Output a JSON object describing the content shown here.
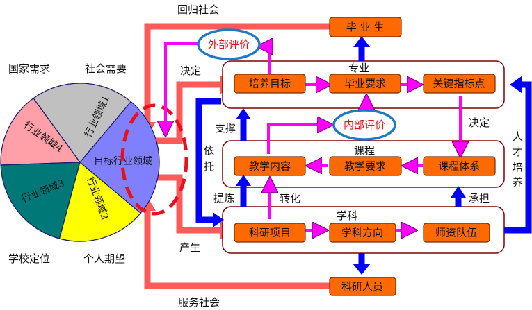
{
  "colors": {
    "box_fill": "#ff6a00",
    "box_stroke": "#7a2b00",
    "group_stroke": "#800000",
    "red_arrow": "#ff5a5a",
    "blue_arrow": "#0000ff",
    "magenta_arrow": "#ff00ff",
    "ellipse_stroke": "#1f78c8",
    "eval_text": "#e0101a",
    "target_text": "#ffff33"
  },
  "pie": {
    "target": "目标行业领域",
    "slices": [
      {
        "label": "行业领域1",
        "color": "#c0c0c0"
      },
      {
        "label": "行业领域4",
        "color": "#ffa0a8"
      },
      {
        "label": "行业领域3",
        "color": "#007878"
      },
      {
        "label": "行业领域2",
        "color": "#ffff00"
      },
      {
        "label": "目标行业领域",
        "color": "#8080ff"
      }
    ]
  },
  "corner_labels": {
    "national_demand": "国家需求",
    "social_need": "社会需要",
    "school_position": "学校定位",
    "personal_expectation": "个人期望"
  },
  "edge_labels": {
    "return_society": "回归社会",
    "decide_top": "决定",
    "support": "支撑",
    "rely_1": "依",
    "rely_2": "托",
    "refine": "提炼",
    "transform": "转化",
    "produce": "产生",
    "serve_society": "服务社会",
    "decide_right": "决定",
    "undertake": "承担",
    "talent_1": "人",
    "talent_2": "才",
    "talent_3": "培",
    "talent_4": "养"
  },
  "evaluations": {
    "external": "外部评价",
    "internal": "内部评价"
  },
  "groups": {
    "major": "专业",
    "course": "课程",
    "discipline": "学科"
  },
  "boxes": {
    "graduate": "毕 业 生",
    "training_goal": "培养目标",
    "grad_requirement": "毕业要求",
    "key_indicator": "关键指标点",
    "teaching_content": "教学内容",
    "teaching_requirement": "教学要求",
    "course_system": "课程体系",
    "research_project": "科研项目",
    "discipline_direction": "学科方向",
    "faculty": "师资队伍",
    "researcher": "科研人员"
  }
}
